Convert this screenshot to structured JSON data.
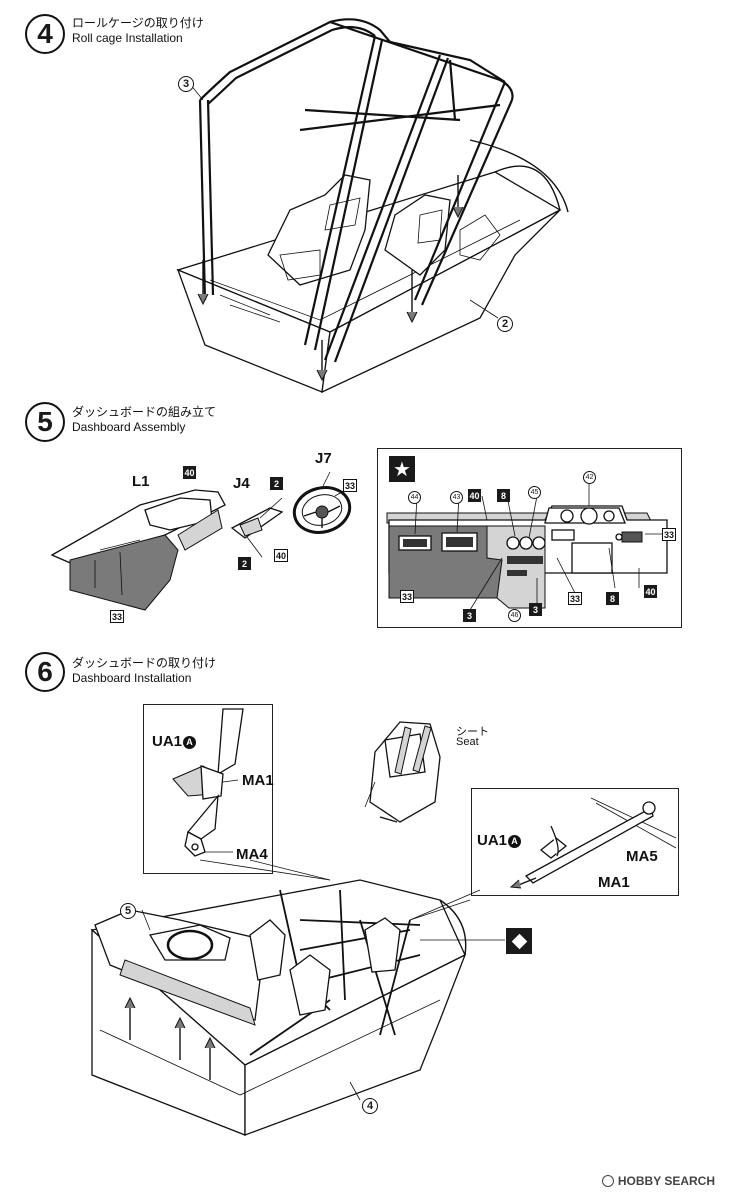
{
  "steps": [
    {
      "number": "4",
      "title_jp": "ロールケージの取り付け",
      "title_en": "Roll cage Installation"
    },
    {
      "number": "5",
      "title_jp": "ダッシュボードの組み立て",
      "title_en": "Dashboard Assembly"
    },
    {
      "number": "6",
      "title_jp": "ダッシュボードの取り付け",
      "title_en": "Dashboard Installation"
    }
  ],
  "step4": {
    "part_rollcage": "3",
    "part_body": "2"
  },
  "step5": {
    "labels": {
      "l1": "L1",
      "j4": "J4",
      "j7": "J7"
    },
    "callouts": {
      "c40a": "40",
      "c2a": "2",
      "c2b": "2",
      "c40b": "40",
      "c33a": "33",
      "c33b": "33"
    },
    "detail": {
      "badge": "★",
      "parts": {
        "p42": "42",
        "p44": "44",
        "p43": "43",
        "p40": "40",
        "p8a": "8",
        "p45": "45",
        "p33r": "33",
        "p33l": "33",
        "p3a": "3",
        "p46": "46",
        "p3b": "3",
        "p33c": "33",
        "p8b": "8",
        "p40b": "40"
      }
    }
  },
  "step6": {
    "part_dash": "5",
    "part_body": "4",
    "seat_jp": "シート",
    "seat_en": "Seat",
    "inset_left": {
      "ua1": "UA1",
      "ua1_mark": "A",
      "ma1": "MA1",
      "ma4": "MA4"
    },
    "inset_right": {
      "ua1": "UA1",
      "ua1_mark": "A",
      "ma5": "MA5",
      "ma1": "MA1"
    }
  },
  "watermark": {
    "text": "HOBBY SEARCH"
  }
}
